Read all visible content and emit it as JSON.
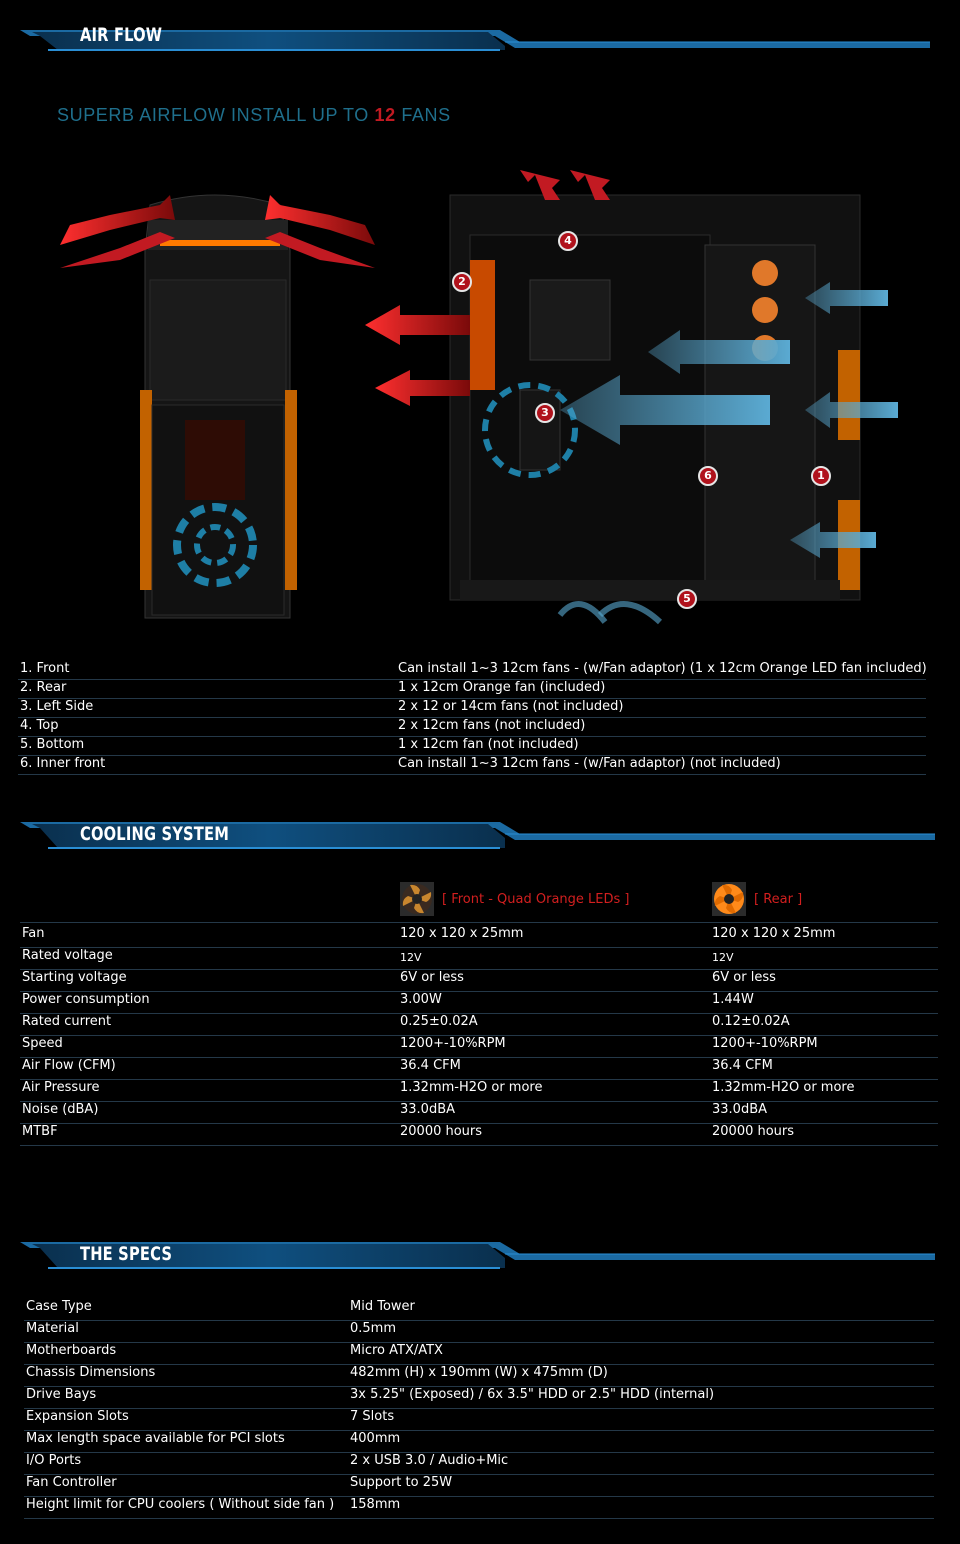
{
  "sections": {
    "airflow_title": "AIR FLOW",
    "cooling_title": "COOLING SYSTEM",
    "specs_title": "THE SPECS"
  },
  "tagline": {
    "prefix": "SUPERB AIRFLOW INSTALL UP TO ",
    "number": "12",
    "suffix": " FANS"
  },
  "diagram": {
    "badges": [
      "1",
      "2",
      "3",
      "4",
      "5",
      "6"
    ],
    "icons": [
      "red-exhaust-arrow-icon",
      "blue-intake-arrow-icon",
      "fan-swirl-icon"
    ]
  },
  "airflow_table": [
    {
      "position": "1. Front",
      "detail": "Can install 1~3 12cm fans - (w/Fan adaptor) (1 x 12cm Orange LED fan included)"
    },
    {
      "position": "2. Rear",
      "detail": "1 x 12cm Orange fan (included)"
    },
    {
      "position": "3. Left Side",
      "detail": "2 x 12 or 14cm fans (not included)"
    },
    {
      "position": "4. Top",
      "detail": "2 x 12cm fans (not included)"
    },
    {
      "position": "5. Bottom",
      "detail": "1 x 12cm fan (not included)"
    },
    {
      "position": "6. Inner front",
      "detail": "Can install 1~3 12cm fans - (w/Fan adaptor) (not included)"
    }
  ],
  "cooling": {
    "columns": [
      "[ Front - Quad Orange LEDs ]",
      "[ Rear ]"
    ],
    "rows": [
      {
        "label": "Fan",
        "front": "120 x 120 x 25mm",
        "rear": "120 x 120 x 25mm"
      },
      {
        "label": "Rated voltage",
        "front": "12V",
        "rear": "12V"
      },
      {
        "label": "Starting voltage",
        "front": "6V or less",
        "rear": "6V or less"
      },
      {
        "label": "Power consumption",
        "front": "3.00W",
        "rear": "1.44W"
      },
      {
        "label": "Rated current",
        "front": "0.25±0.02A",
        "rear": "0.12±0.02A"
      },
      {
        "label": "Speed",
        "front": "1200+-10%RPM",
        "rear": "1200+-10%RPM"
      },
      {
        "label": "Air Flow (CFM)",
        "front": "36.4 CFM",
        "rear": "36.4 CFM"
      },
      {
        "label": "Air Pressure",
        "front": "1.32mm-H2O or more",
        "rear": "1.32mm-H2O or more"
      },
      {
        "label": "Noise (dBA)",
        "front": "33.0dBA",
        "rear": "33.0dBA"
      },
      {
        "label": "MTBF",
        "front": "20000 hours",
        "rear": "20000 hours"
      }
    ]
  },
  "specs": [
    {
      "label": "Case Type",
      "value": "Mid Tower"
    },
    {
      "label": "Material",
      "value": "0.5mm"
    },
    {
      "label": "Motherboards",
      "value": "Micro ATX/ATX"
    },
    {
      "label": "Chassis Dimensions",
      "value": "482mm (H) x 190mm (W) x 475mm (D)"
    },
    {
      "label": "Drive Bays",
      "value": "3x 5.25\" (Exposed) / 6x 3.5\" HDD or 2.5\" HDD (internal)"
    },
    {
      "label": "Expansion Slots",
      "value": "7 Slots"
    },
    {
      "label": "Max length space available for PCI slots",
      "value": "400mm"
    },
    {
      "label": "I/O Ports",
      "value": "2 x USB 3.0 / Audio+Mic"
    },
    {
      "label": "Fan Controller",
      "value": "Support to 25W"
    },
    {
      "label": "Height limit for CPU coolers ( Without side fan )",
      "value": "158mm"
    }
  ],
  "colors": {
    "accent_blue": "#1a7fbf",
    "accent_red": "#c21a22",
    "row_border": "#243848"
  }
}
